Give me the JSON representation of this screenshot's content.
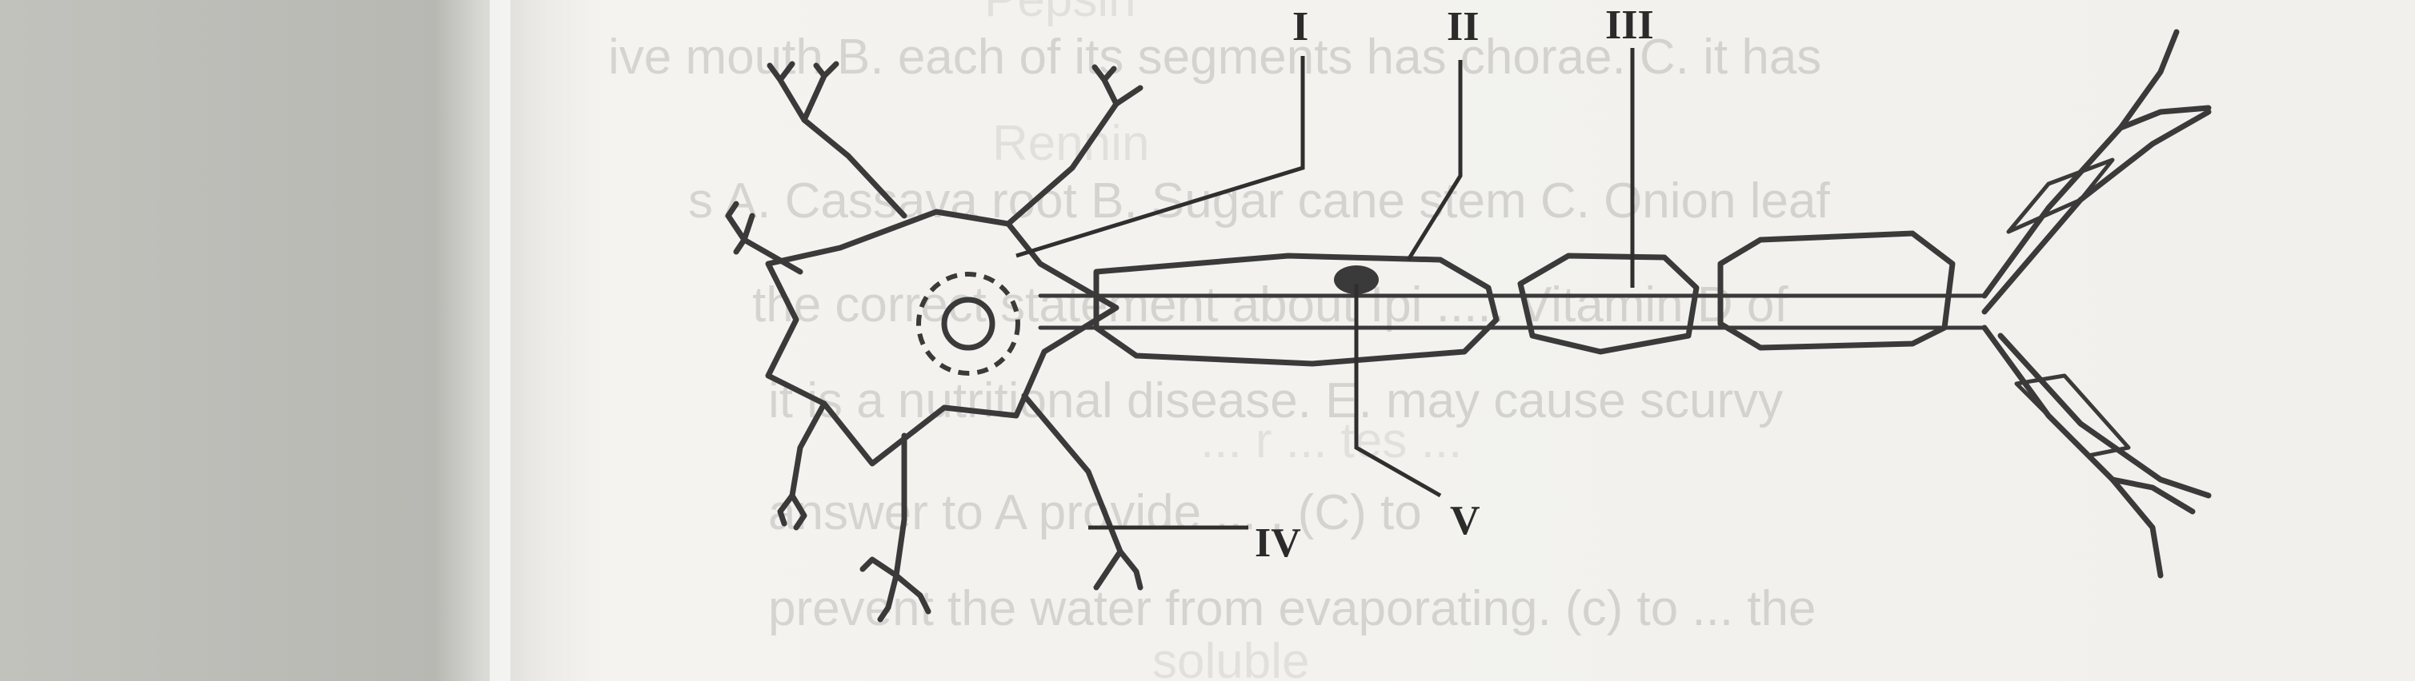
{
  "diagram": {
    "subject": "neuron",
    "labels": {
      "I": "I",
      "II": "II",
      "III": "III",
      "IV": "IV",
      "V": "V"
    }
  },
  "bleed_through": [
    "Pepsin",
    "Rennin",
    "ive mouth B. each of its segments has chorae. C. it has",
    "s A. Cassava root B. Sugar cane stem C. Onion leaf",
    "the correct statement about Ipi ..... Vitamin D of",
    "it is a nutritional disease. E. may cause scurvy",
    "answer to A provide ... , (C) to",
    "... r ... tes ...",
    "prevent the water from evaporating. (c) to ... the",
    "soluble"
  ],
  "colors": {
    "page": "#f3f2ee",
    "background_left": "#bdbdb8",
    "ink": "#3a3a3a"
  }
}
